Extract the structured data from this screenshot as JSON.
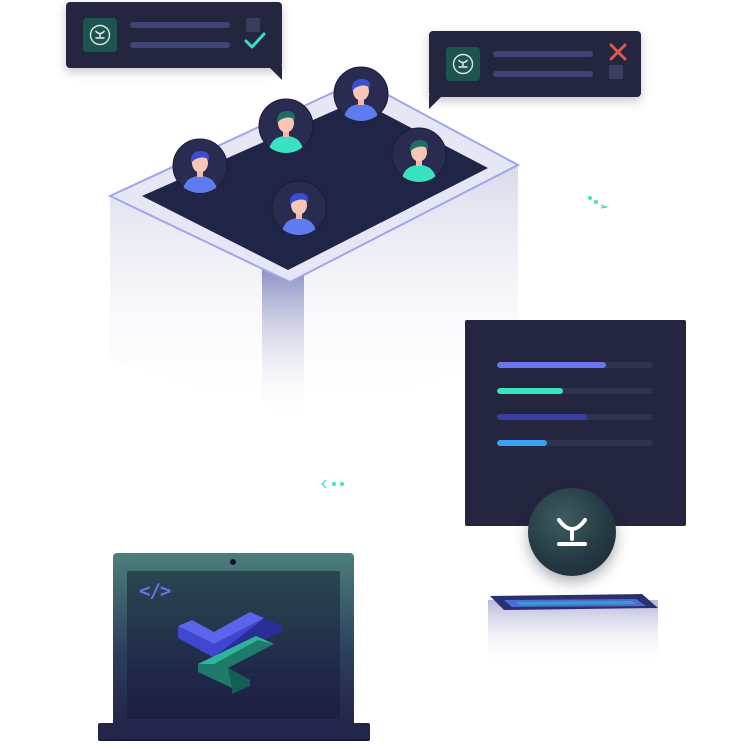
{
  "illustration": {
    "code_symbol": "</>",
    "approved_card": {
      "status_icon": "check-icon",
      "status_color": "#34e0c1"
    },
    "rejected_card": {
      "status_icon": "close-icon",
      "status_color": "#e2574c"
    },
    "users": [
      {
        "name": "user-avatar-1",
        "hair": "#3a4fd1",
        "shirt": "#5e7cf0"
      },
      {
        "name": "user-avatar-2",
        "hair": "#1e6e63",
        "shirt": "#37e3c0"
      },
      {
        "name": "user-avatar-3",
        "hair": "#3a4fd1",
        "shirt": "#5e7cf0"
      },
      {
        "name": "user-avatar-4",
        "hair": "#1e6e63",
        "shirt": "#37e3c0"
      },
      {
        "name": "user-avatar-5",
        "hair": "#3a4fd1",
        "shirt": "#5e7cf0"
      }
    ],
    "progress_bars": [
      {
        "name": "progress-bar-1",
        "fraction": 0.7,
        "color": "#6b75f0"
      },
      {
        "name": "progress-bar-2",
        "fraction": 0.42,
        "color": "#37e3c0"
      },
      {
        "name": "progress-bar-3",
        "fraction": 0.58,
        "color": "#3b3fa3"
      },
      {
        "name": "progress-bar-4",
        "fraction": 0.32,
        "color": "#3aa0f0"
      }
    ],
    "colors": {
      "navy": "#24263f",
      "accent_teal": "#37e3c0",
      "accent_blue": "#6b75f0"
    }
  }
}
